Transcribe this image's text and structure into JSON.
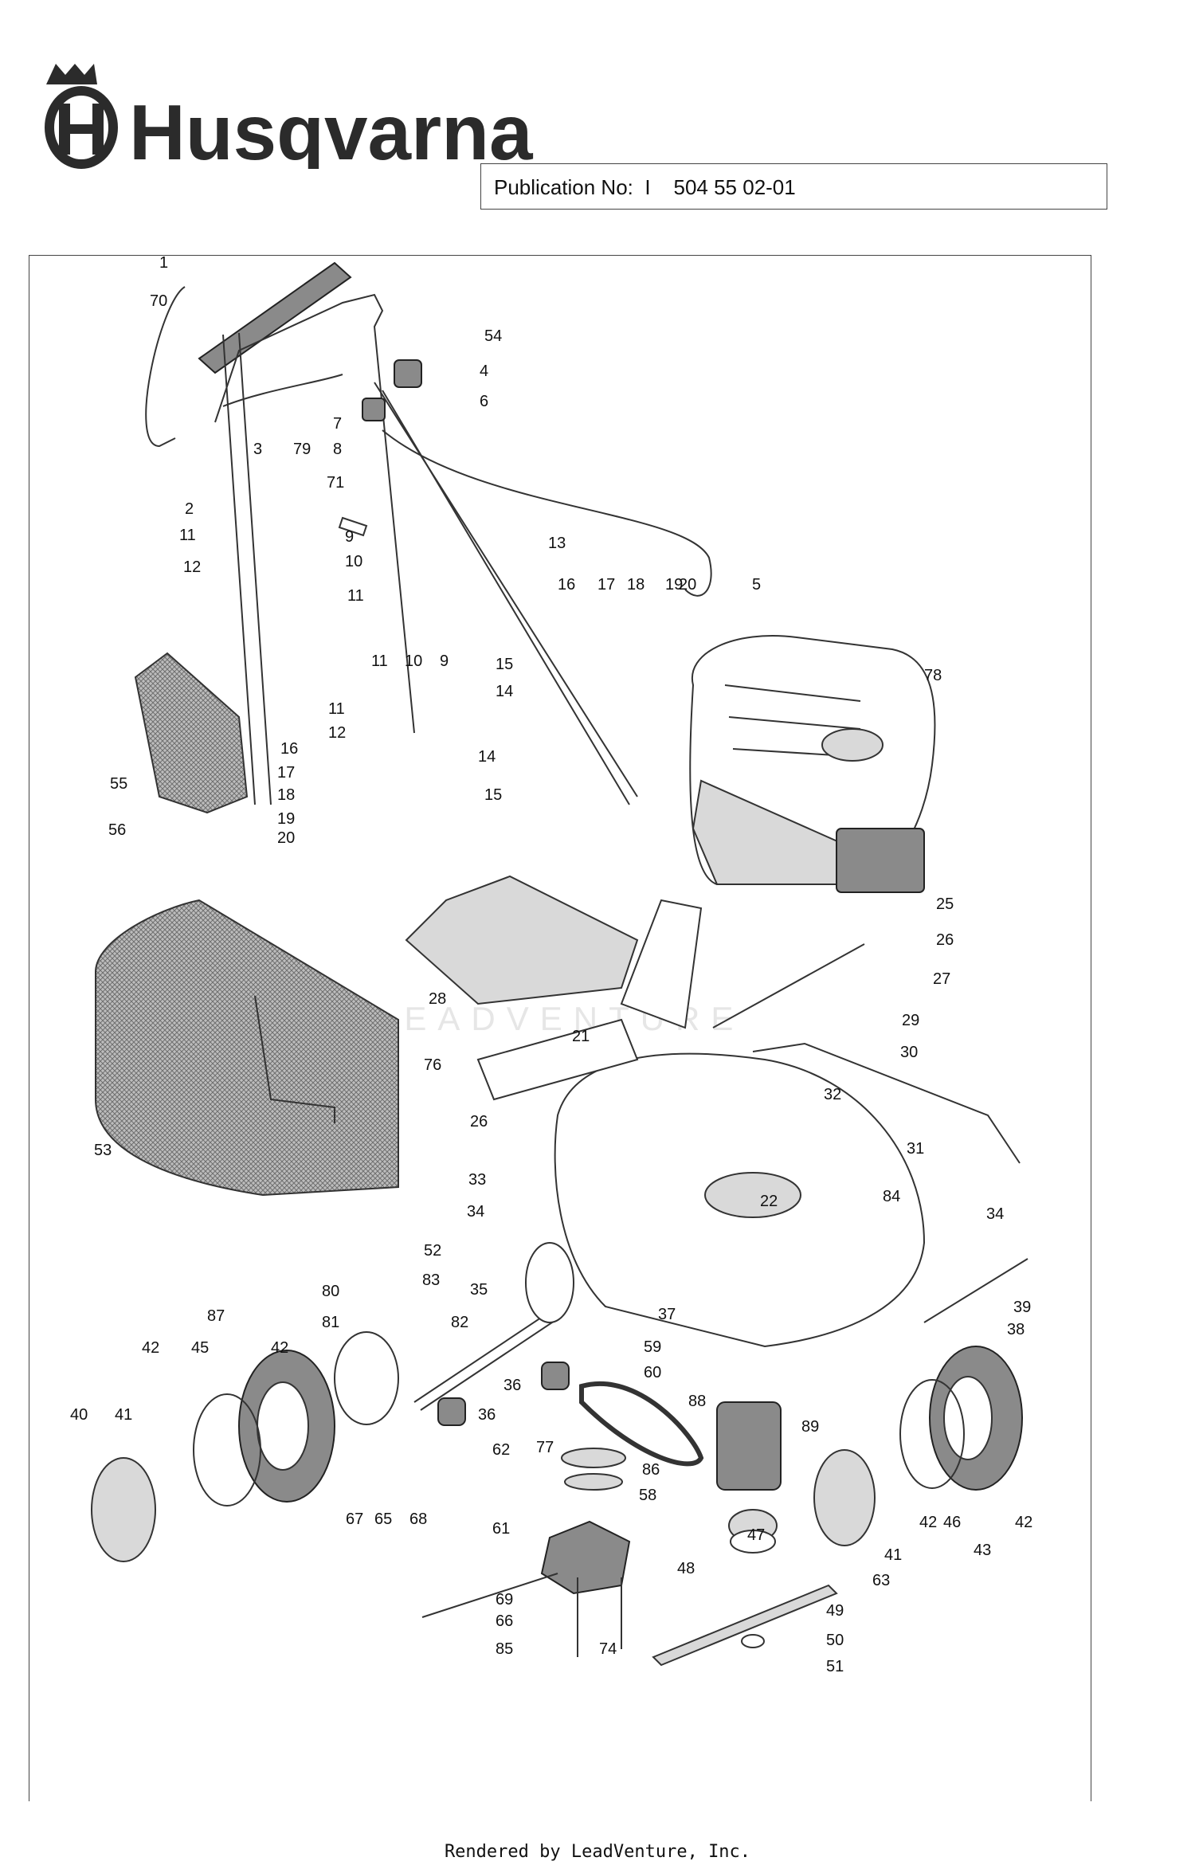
{
  "brand": {
    "name": "Husqvarna"
  },
  "publication": {
    "label": "Publication No:",
    "separator": "I",
    "number": "504 55 02-01"
  },
  "watermark": "LEADVENTURE",
  "footer": "Rendered by LeadVenture, Inc.",
  "callouts": [
    "1",
    "70",
    "54",
    "4",
    "6",
    "7",
    "8",
    "71",
    "2",
    "3",
    "79",
    "11",
    "9",
    "12",
    "10",
    "11",
    "13",
    "5",
    "16",
    "17",
    "18",
    "19",
    "20",
    "78",
    "15",
    "14",
    "11",
    "10",
    "9",
    "11",
    "12",
    "14",
    "15",
    "16",
    "17",
    "18",
    "19",
    "20",
    "55",
    "56",
    "25",
    "26",
    "27",
    "28",
    "29",
    "30",
    "21",
    "76",
    "32",
    "26",
    "31",
    "33",
    "22",
    "84",
    "34",
    "34",
    "52",
    "53",
    "83",
    "35",
    "80",
    "81",
    "82",
    "37",
    "39",
    "38",
    "87",
    "42",
    "45",
    "42",
    "59",
    "60",
    "36",
    "36",
    "88",
    "89",
    "40",
    "41",
    "77",
    "62",
    "86",
    "67",
    "65",
    "68",
    "61",
    "58",
    "47",
    "42",
    "46",
    "42",
    "41",
    "43",
    "48",
    "63",
    "69",
    "66",
    "49",
    "85",
    "74",
    "50",
    "51"
  ]
}
